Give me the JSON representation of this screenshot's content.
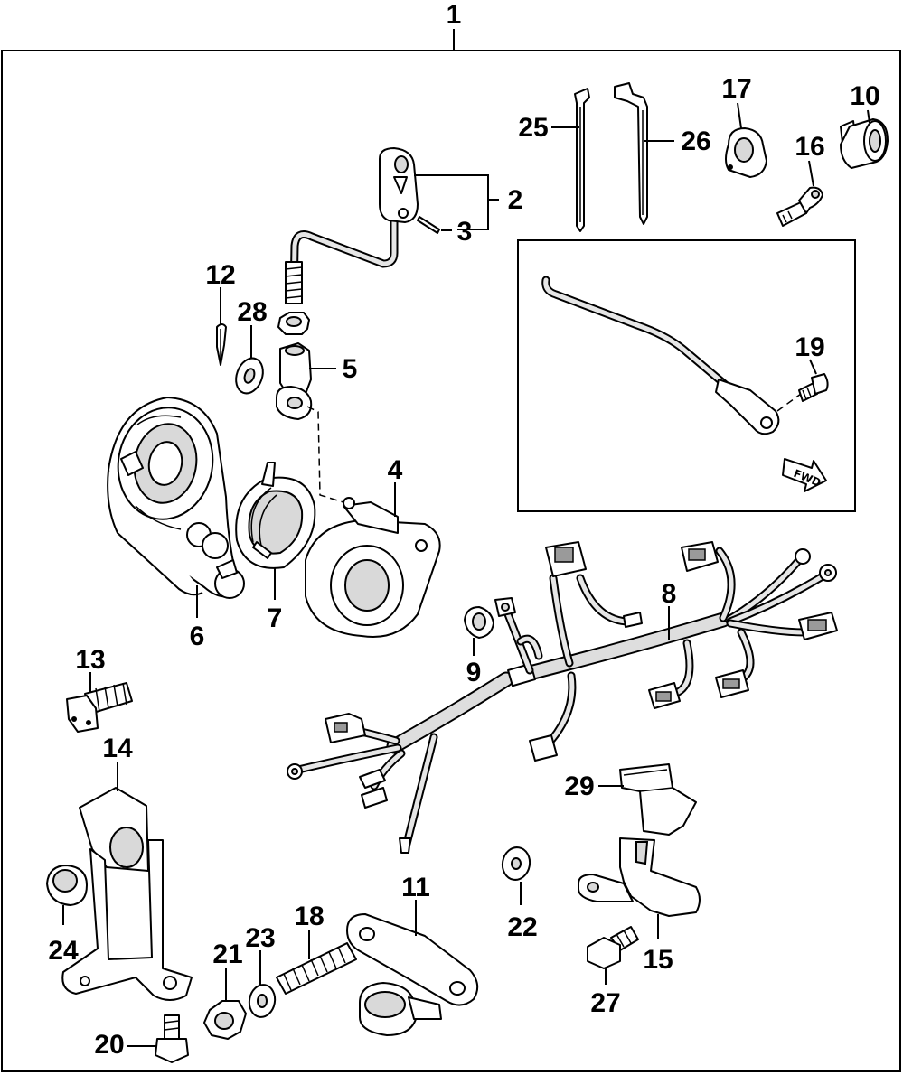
{
  "labels": {
    "p1": "1",
    "p2": "2",
    "p3": "3",
    "p4": "4",
    "p5": "5",
    "p6": "6",
    "p7": "7",
    "p8": "8",
    "p9": "9",
    "p10": "10",
    "p11": "11",
    "p12": "12",
    "p13": "13",
    "p14": "14",
    "p15": "15",
    "p16": "16",
    "p17": "17",
    "p18": "18",
    "p19": "19",
    "p20": "20",
    "p21": "21",
    "p22": "22",
    "p23": "23",
    "p24": "24",
    "p25": "25",
    "p26": "26",
    "p27": "27",
    "p28": "28",
    "p29": "29"
  },
  "fwd_mark": "FWD"
}
